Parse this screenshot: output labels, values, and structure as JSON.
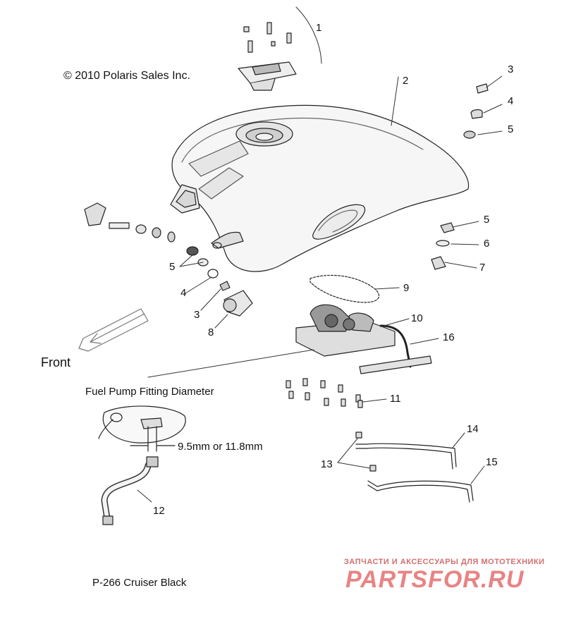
{
  "copyright": "© 2010 Polaris Sales Inc.",
  "front_label": "Front",
  "fitting_title": "Fuel Pump Fitting Diameter",
  "fitting_diameter": "9.5mm or 11.8mm",
  "footer": "P-266  Cruiser Black",
  "watermark_tagline": "ЗАПЧАСТИ И АКСЕССУАРЫ ДЛЯ МОТОТЕХНИКИ",
  "watermark_logo": "PARTSFOR.RU",
  "callouts": {
    "c1": "1",
    "c2": "2",
    "c3a": "3",
    "c4a": "4",
    "c5a": "5",
    "c5b": "5",
    "c6": "6",
    "c7": "7",
    "c5c": "5",
    "c4b": "4",
    "c3b": "3",
    "c8": "8",
    "c9": "9",
    "c10": "10",
    "c16": "16",
    "c11": "11",
    "c14": "14",
    "c13": "13",
    "c15": "15",
    "c12": "12"
  }
}
